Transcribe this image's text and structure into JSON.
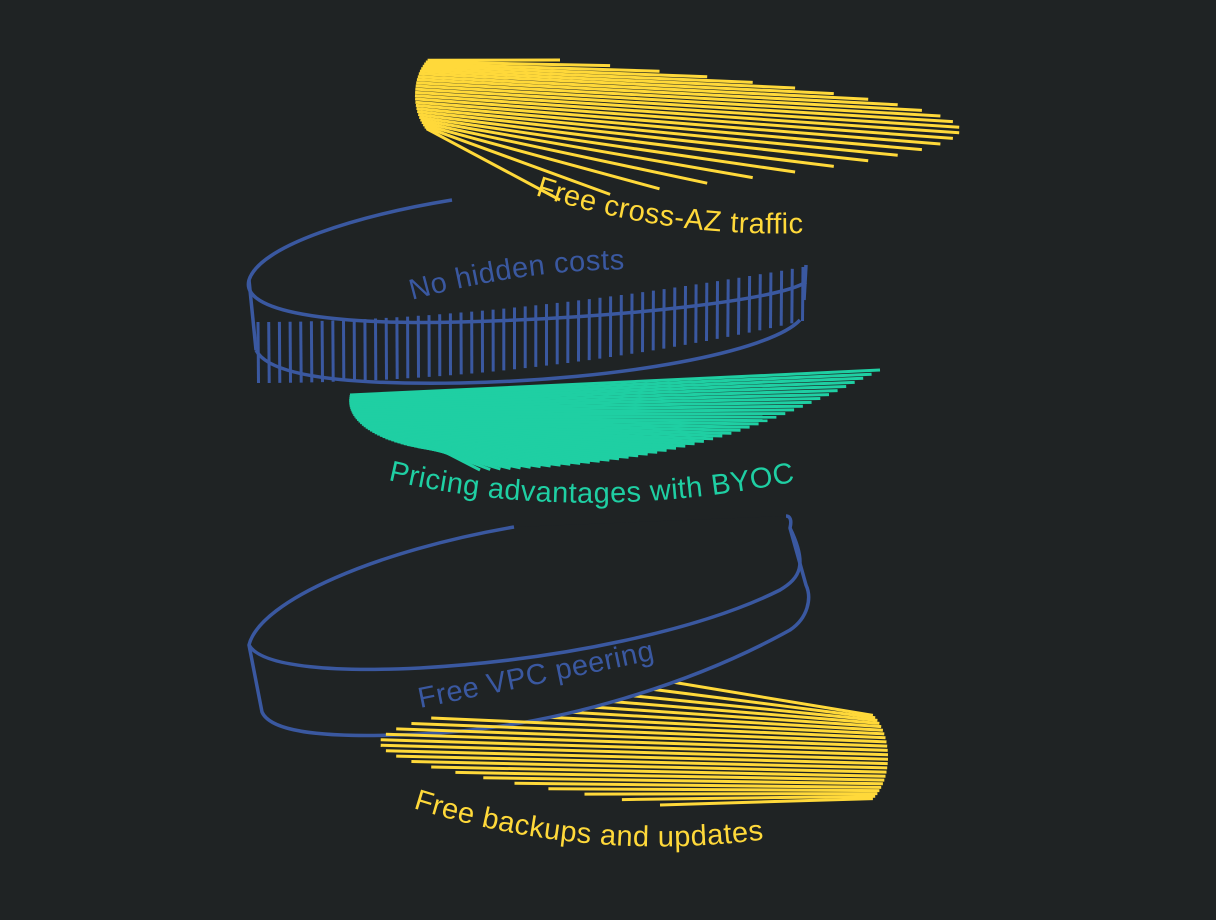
{
  "colors": {
    "background": "#1f2324",
    "yellow": "#ffd93a",
    "teal": "#1fcfa3",
    "blue": "#3a58a0"
  },
  "labels": {
    "cross_az": "Free cross-AZ traffic",
    "hidden_costs": "No hidden costs",
    "byoc": "Pricing advantages with BYOC",
    "vpc": "Free VPC peering",
    "backups": "Free backups and updates"
  }
}
